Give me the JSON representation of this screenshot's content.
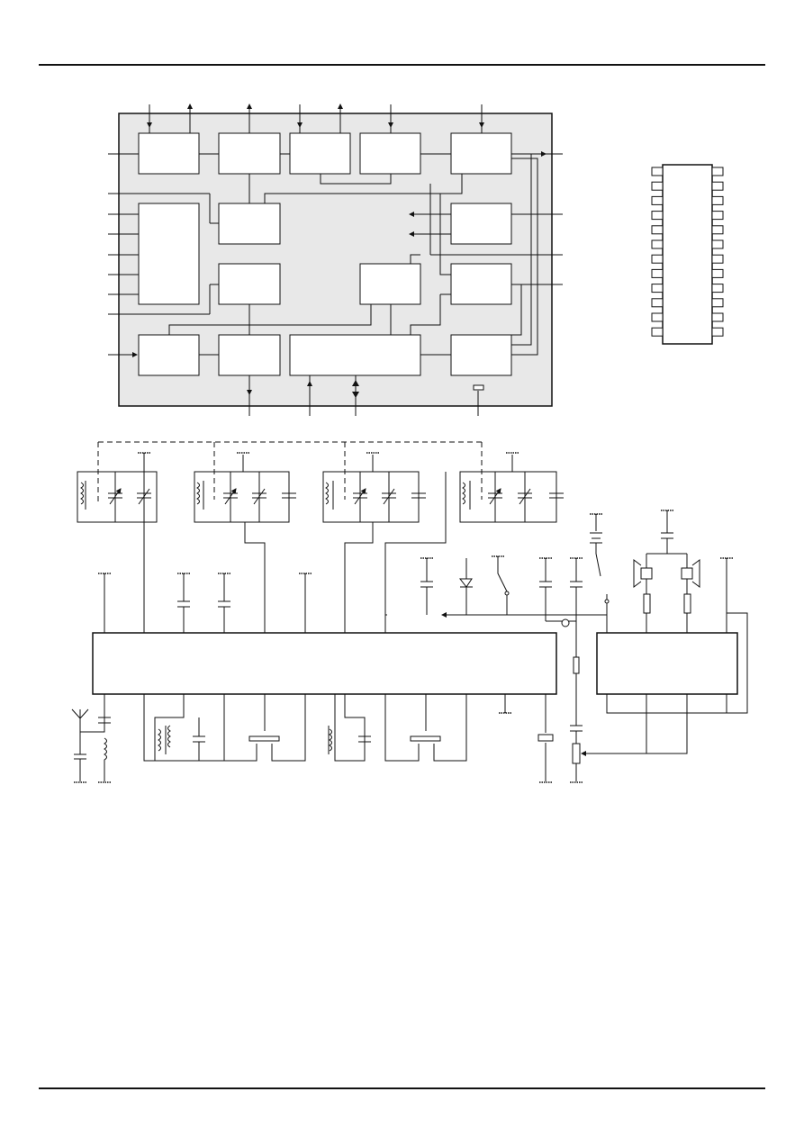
{
  "page": {
    "header_rule": "",
    "footer_rule": ""
  },
  "figures": [
    {
      "id": "block-diagram",
      "caption": ""
    },
    {
      "id": "pin-configuration",
      "caption": ""
    },
    {
      "id": "application-circuit",
      "caption": ""
    }
  ],
  "pin_configuration": {
    "pins_per_side": 12
  },
  "colors": {
    "ink": "#111111",
    "diagram_fill": "#e8e8e8",
    "paper": "#ffffff"
  }
}
